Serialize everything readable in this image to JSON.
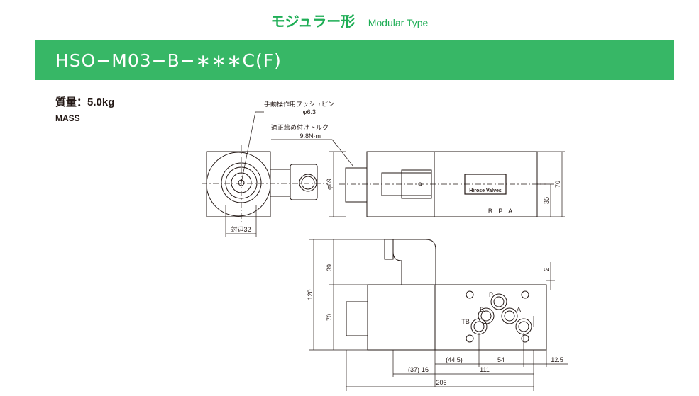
{
  "header": {
    "title_jp": "モジュラー形",
    "title_en": "Modular Type"
  },
  "model": "HSO−M03−B−∗∗∗C(F)",
  "mass": {
    "label_jp": "質量：5.0kg",
    "label_en": "MASS"
  },
  "annotations": {
    "push_pin_label": "手動操作用プッシュピン",
    "push_pin_dim": "φ6.3",
    "torque_label": "適正締め付けトルク",
    "torque_value": "9.8N·m",
    "across_flats": "対辺32",
    "dia_69": "φ69",
    "brand": "Hirose Valves",
    "ports_top": "B P A",
    "port_p": "P",
    "port_b": "B",
    "port_a": "A",
    "port_tb": "TB"
  },
  "dimensions": {
    "h70_side": "70",
    "h35_side": "35",
    "h39": "39",
    "h120": "120",
    "h70_front": "70",
    "gap_2": "2",
    "d_37": "(37)",
    "d_16": "16",
    "d_44_5": "(44.5)",
    "d_54": "54",
    "d_12_5": "12.5",
    "d_111": "111",
    "d_206": "206"
  },
  "colors": {
    "accent_green": "#37b766",
    "title_green": "#1fae56"
  }
}
